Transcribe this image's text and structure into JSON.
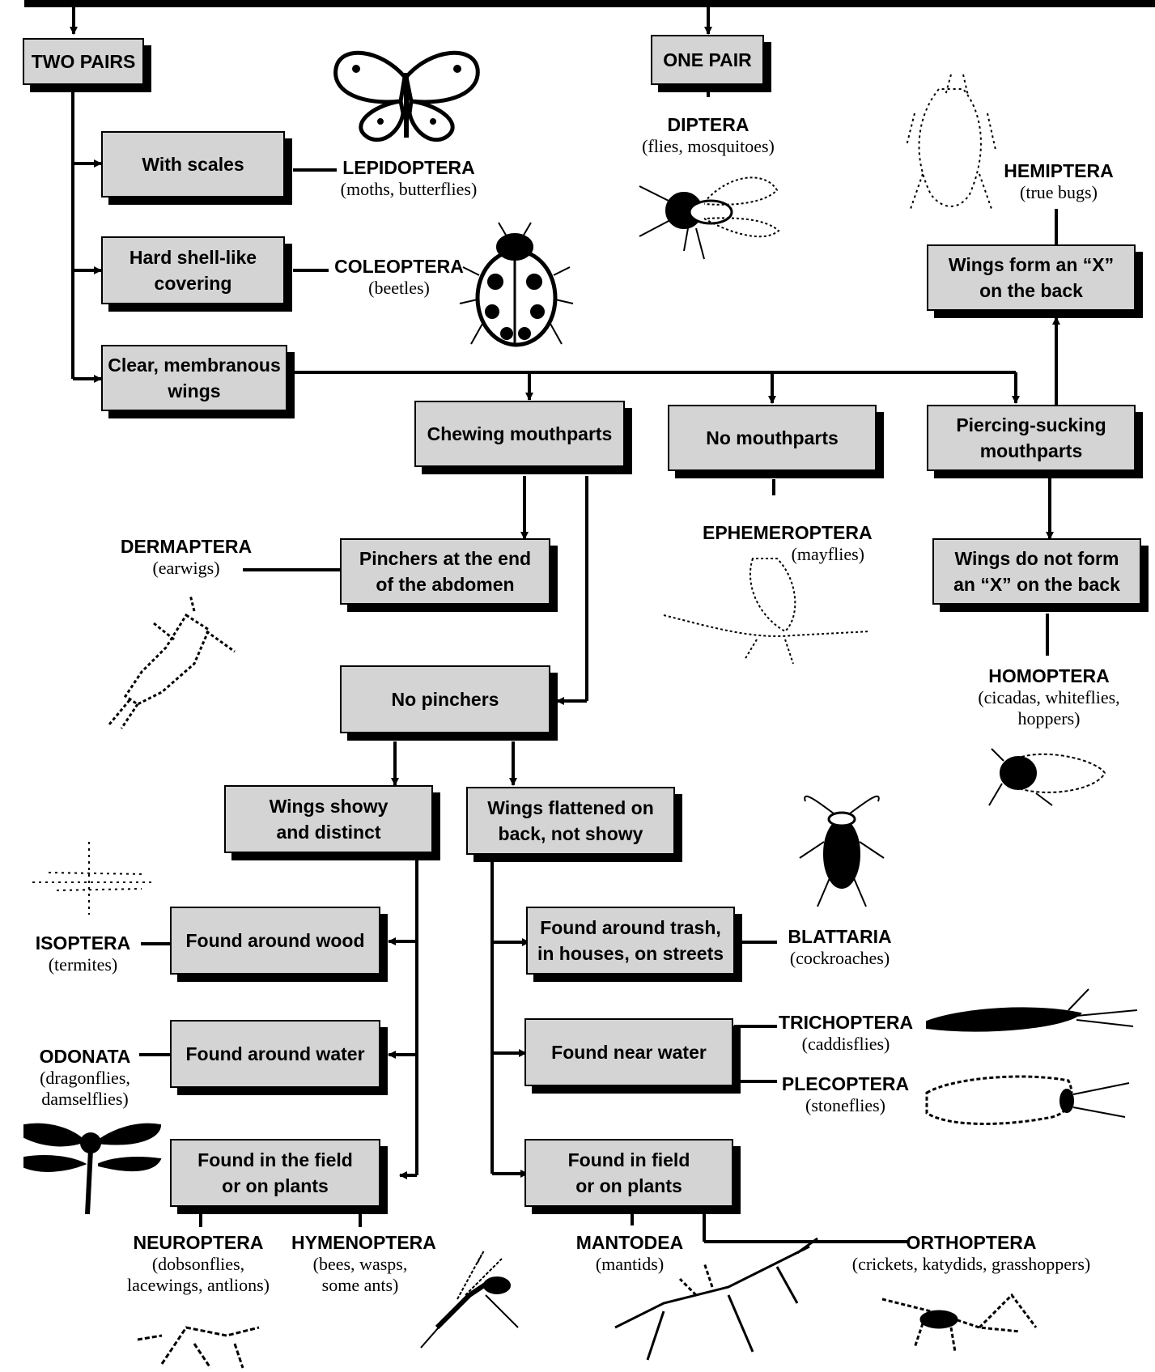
{
  "boxes": {
    "two_pairs": "TWO PAIRS",
    "one_pair": "ONE PAIR",
    "with_scales": "With scales",
    "hard_shell": "Hard shell-like\ncovering",
    "clear_membranous": "Clear, membranous\nwings",
    "chewing": "Chewing mouthparts",
    "no_mouthparts": "No mouthparts",
    "piercing_sucking": "Piercing-sucking\nmouthparts",
    "wings_x": "Wings form an “X”\non the back",
    "wings_no_x": "Wings do not form\nan “X” on the back",
    "pinchers": "Pinchers at the end\nof the abdomen",
    "no_pinchers": "No pinchers",
    "wings_showy": "Wings showy\nand distinct",
    "wings_flattened": "Wings flattened on\nback, not showy",
    "found_wood": "Found around wood",
    "found_water": "Found around water",
    "found_field_left": "Found in the field\nor on plants",
    "found_trash": "Found around trash,\nin houses, on streets",
    "found_near_water": "Found near water",
    "found_field_right": "Found in field\nor on plants"
  },
  "orders": {
    "lepidoptera": {
      "name": "LEPIDOPTERA",
      "common": "(moths, butterflies)"
    },
    "coleoptera": {
      "name": "COLEOPTERA",
      "common": "(beetles)"
    },
    "diptera": {
      "name": "DIPTERA",
      "common": "(flies, mosquitoes)"
    },
    "hemiptera": {
      "name": "HEMIPTERA",
      "common": "(true bugs)"
    },
    "homoptera": {
      "name": "HOMOPTERA",
      "common": "(cicadas, whiteflies,\nhoppers)"
    },
    "dermaptera": {
      "name": "DERMAPTERA",
      "common": "(earwigs)"
    },
    "ephemeroptera": {
      "name": "EPHEMEROPTERA",
      "common": "(mayflies)"
    },
    "isoptera": {
      "name": "ISOPTERA",
      "common": "(termites)"
    },
    "odonata": {
      "name": "ODONATA",
      "common": "(dragonflies,\ndamselflies)"
    },
    "blattaria": {
      "name": "BLATTARIA",
      "common": "(cockroaches)"
    },
    "trichoptera": {
      "name": "TRICHOPTERA",
      "common": "(caddisflies)"
    },
    "plecoptera": {
      "name": "PLECOPTERA",
      "common": "(stoneflies)"
    },
    "neuroptera": {
      "name": "NEUROPTERA",
      "common": "(dobsonflies,\nlacewings, antlions)"
    },
    "hymenoptera": {
      "name": "HYMENOPTERA",
      "common": "(bees, wasps,\nsome ants)"
    },
    "mantodea": {
      "name": "MANTODEA",
      "common": "(mantids)"
    },
    "orthoptera": {
      "name": "ORTHOPTERA",
      "common": "(crickets, katydids, grasshoppers)"
    }
  },
  "colors": {
    "box_fill": "#d4d4d4",
    "line": "#000000"
  }
}
